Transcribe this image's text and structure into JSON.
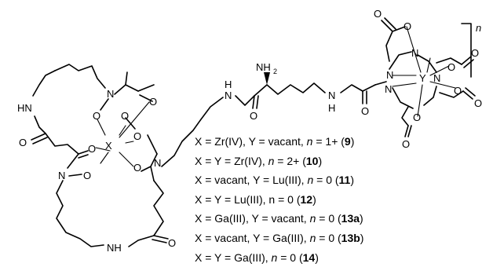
{
  "structure": {
    "atoms": {
      "n_top_left": "N",
      "hn_left": "HN",
      "o_amide_left": "O",
      "o_acetyl": "O",
      "o_n_top_a": "O",
      "o_n_top_b": "O",
      "metal_x": "X",
      "o_n_right": "O",
      "o_c_right": "O",
      "n_right": "N",
      "o_carbonyl_left": "O",
      "n_lower_left": "N",
      "o_n_lower": "O",
      "o_c_lower": "O",
      "nh_bottom": "NH",
      "o_amide_bottom": "O",
      "nh_linker": "N",
      "h_linker": "H",
      "nh2_label": "NH",
      "nh2_sub": "2",
      "o_lys_carbonyl": "O",
      "nh_lys": "N",
      "h_lys": "H",
      "o_gly_carbonyl": "O",
      "metal_y": "Y",
      "n_cyc_1": "N",
      "n_cyc_2": "N",
      "n_cyc_3": "N",
      "n_cyc_4": "N",
      "o_dota_1a": "O",
      "o_dota_1b": "O",
      "o_dota_2a": "O",
      "o_dota_2b": "O",
      "o_dota_3a": "O",
      "o_dota_3b": "O",
      "o_dota_4a": "O",
      "o_dota_4b": "O",
      "charge_n": "n"
    }
  },
  "compounds": [
    {
      "pre": "X = Zr(IV), Y = vacant, ",
      "n": "n",
      "mid": " = 1+ (",
      "num": "9",
      "post": ")"
    },
    {
      "pre": "X = Y = Zr(IV), ",
      "n": "n",
      "mid": " = 2+ (",
      "num": "10",
      "post": ")"
    },
    {
      "pre": "X = vacant, Y = Lu(III), ",
      "n": "n",
      "mid": " = 0 (",
      "num": "11",
      "post": ")"
    },
    {
      "pre": "X = Y = Lu(III), n = 0 (",
      "n": "",
      "mid": "",
      "num": "12",
      "post": ")"
    },
    {
      "pre": "X = Ga(III), Y = vacant, ",
      "n": "n",
      "mid": " = 0 (",
      "num": "13a",
      "post": ")"
    },
    {
      "pre": "X = vacant, Y = Ga(III), ",
      "n": "n",
      "mid": " = 0 (",
      "num": "13b",
      "post": ")"
    },
    {
      "pre": "X = Y = Ga(III), ",
      "n": "n",
      "mid": " = 0 (",
      "num": "14",
      "post": ")"
    }
  ]
}
